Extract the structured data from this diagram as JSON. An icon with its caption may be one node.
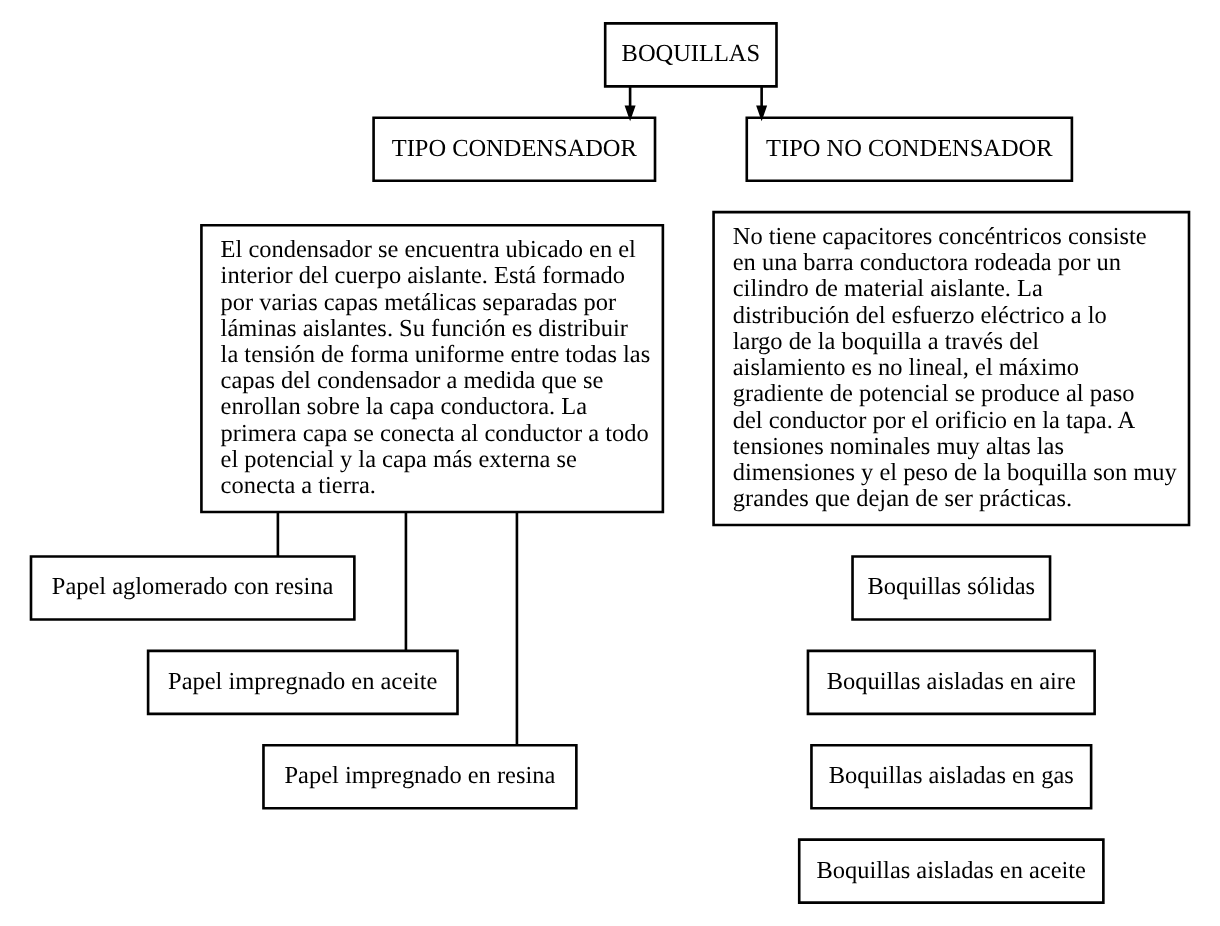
{
  "diagram": {
    "nodes": [
      {
        "text": [
          "BOQUILLAS"
        ]
      },
      {
        "text": [
          "TIPO CONDENSADOR"
        ]
      },
      {
        "text": [
          "El condensador se encuentra ubicado en el interior del cuerpo aislante. Está formado por varias capas metálicas separadas por láminas aislantes. Su función es distribuir la tensión de forma uniforme entre todas las capas del condensador a medida que se enrollan sobre la capa conductora. La primera capa se conecta al conductor a todo el potencial y la capa más externa se conecta a tierra."
        ]
      },
      {
        "text": [
          "TIPO NO CONDENSADOR"
        ]
      },
      {
        "text": [
          "No tiene capacitores concéntricos consiste en una barra conductora rodeada por un cilindro de material aislante. La distribución del esfuerzo eléctrico a lo largo de la boquilla a través del aislamiento es no lineal, el máximo gradiente de potencial se produce al paso del conductor por el orificio en la tapa. A tensiones nominales muy altas las dimensiones y el peso de la boquilla son muy grandes que dejan de ser prácticas."
        ]
      },
      {
        "text": [
          "Papel aglomerado con resina"
        ]
      },
      {
        "text": [
          "Papel impregnado en aceite"
        ]
      },
      {
        "text": [
          "Papel impregnado en resina"
        ]
      },
      {
        "text": [
          "Boquillas sólidas"
        ]
      },
      {
        "text": [
          "Boquillas aisladas en aire"
        ]
      },
      {
        "text": [
          "Boquillas aisladas en gas"
        ]
      },
      {
        "text": [
          "Boquillas aisladas en aceite"
        ]
      }
    ],
    "edges": [
      {
        "from": 0,
        "to": 1,
        "arrow": "to"
      },
      {
        "from": 0,
        "to": 3,
        "arrow": "to"
      },
      {
        "from": 2,
        "to": 5,
        "arrow": "none"
      },
      {
        "from": 2,
        "to": 6,
        "arrow": "none"
      },
      {
        "from": 2,
        "to": 7,
        "arrow": "none"
      }
    ]
  }
}
